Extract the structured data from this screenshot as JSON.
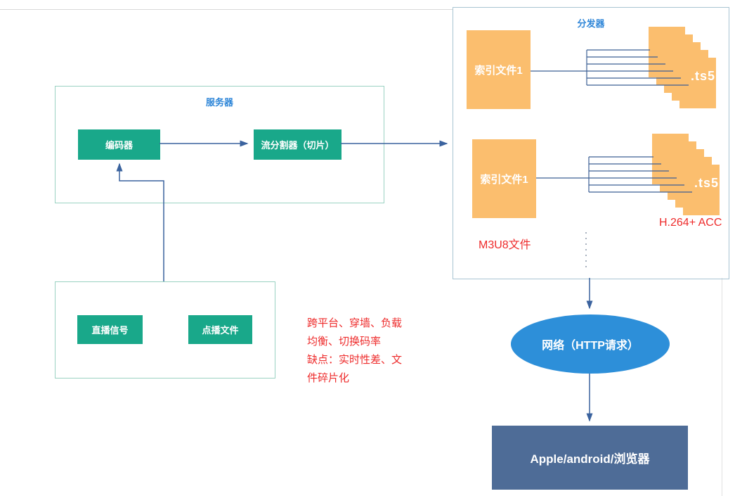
{
  "server": {
    "title": "服务器",
    "encoder_label": "编码器",
    "splitter_label": "流分割器（切片）"
  },
  "sources": {
    "live_label": "直播信号",
    "vod_label": "点播文件"
  },
  "notes": {
    "lines": [
      "跨平台、穿墙、负载",
      "均衡、切换码率",
      "缺点：实时性差、文",
      "件碎片化"
    ]
  },
  "distributor": {
    "title": "分发器",
    "groups": [
      {
        "index_label": "索引文件1",
        "segments_label": ".ts5"
      },
      {
        "index_label": "索引文件1",
        "segments_label": ".ts5"
      }
    ],
    "m3u8_label": "M3U8文件",
    "codec_label": "H.264+ ACC"
  },
  "network": {
    "label": "网络（HTTP请求）"
  },
  "client": {
    "label": "Apple/android/浏览器"
  },
  "colors": {
    "node_green": "#19a88a",
    "teal_border": "#9ad2c2",
    "blue_border": "#a8c4d2",
    "title_blue": "#2e86d8",
    "orange": "#fbbe6e",
    "annotation_red": "#ee2b2b",
    "connector_blue": "#3a629e",
    "network_blue": "#2d8fd9",
    "client_navy": "#4e6c97"
  }
}
